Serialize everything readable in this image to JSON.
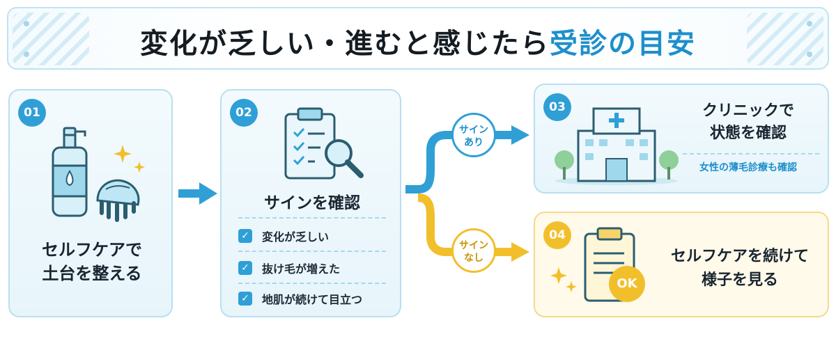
{
  "title": {
    "part1": "変化が乏しい・進むと感じたら",
    "accent": "受診",
    "part2": "の目安"
  },
  "steps": [
    {
      "number": "01",
      "line1": "セルフケアで",
      "line2": "土台を整える"
    },
    {
      "number": "02",
      "heading": "サインを確認",
      "checks": [
        "変化が乏しい",
        "抜け毛が増えた",
        "地肌が続けて目立つ"
      ]
    },
    {
      "number": "03",
      "line1": "クリニックで",
      "line2": "状態を確認",
      "note": "女性の薄毛診療も確認"
    },
    {
      "number": "04",
      "line1": "セルフケアを続けて",
      "line2": "様子を見る",
      "ok_label": "OK"
    }
  ],
  "branches": {
    "yes": {
      "line1": "サイン",
      "line2": "あり"
    },
    "no": {
      "line1": "サイン",
      "line2": "なし"
    }
  },
  "colors": {
    "blue": "#2f9fd6",
    "yellow": "#f2bf2c",
    "text": "#182430"
  },
  "icons": [
    "pump-bottle-icon",
    "scalp-brush-icon",
    "sparkle-icon",
    "clipboard-checklist-icon",
    "magnifier-icon",
    "hospital-icon",
    "tree-icon",
    "clipboard-icon",
    "ok-badge-icon",
    "checkbox-icon",
    "arrow-right-icon"
  ]
}
